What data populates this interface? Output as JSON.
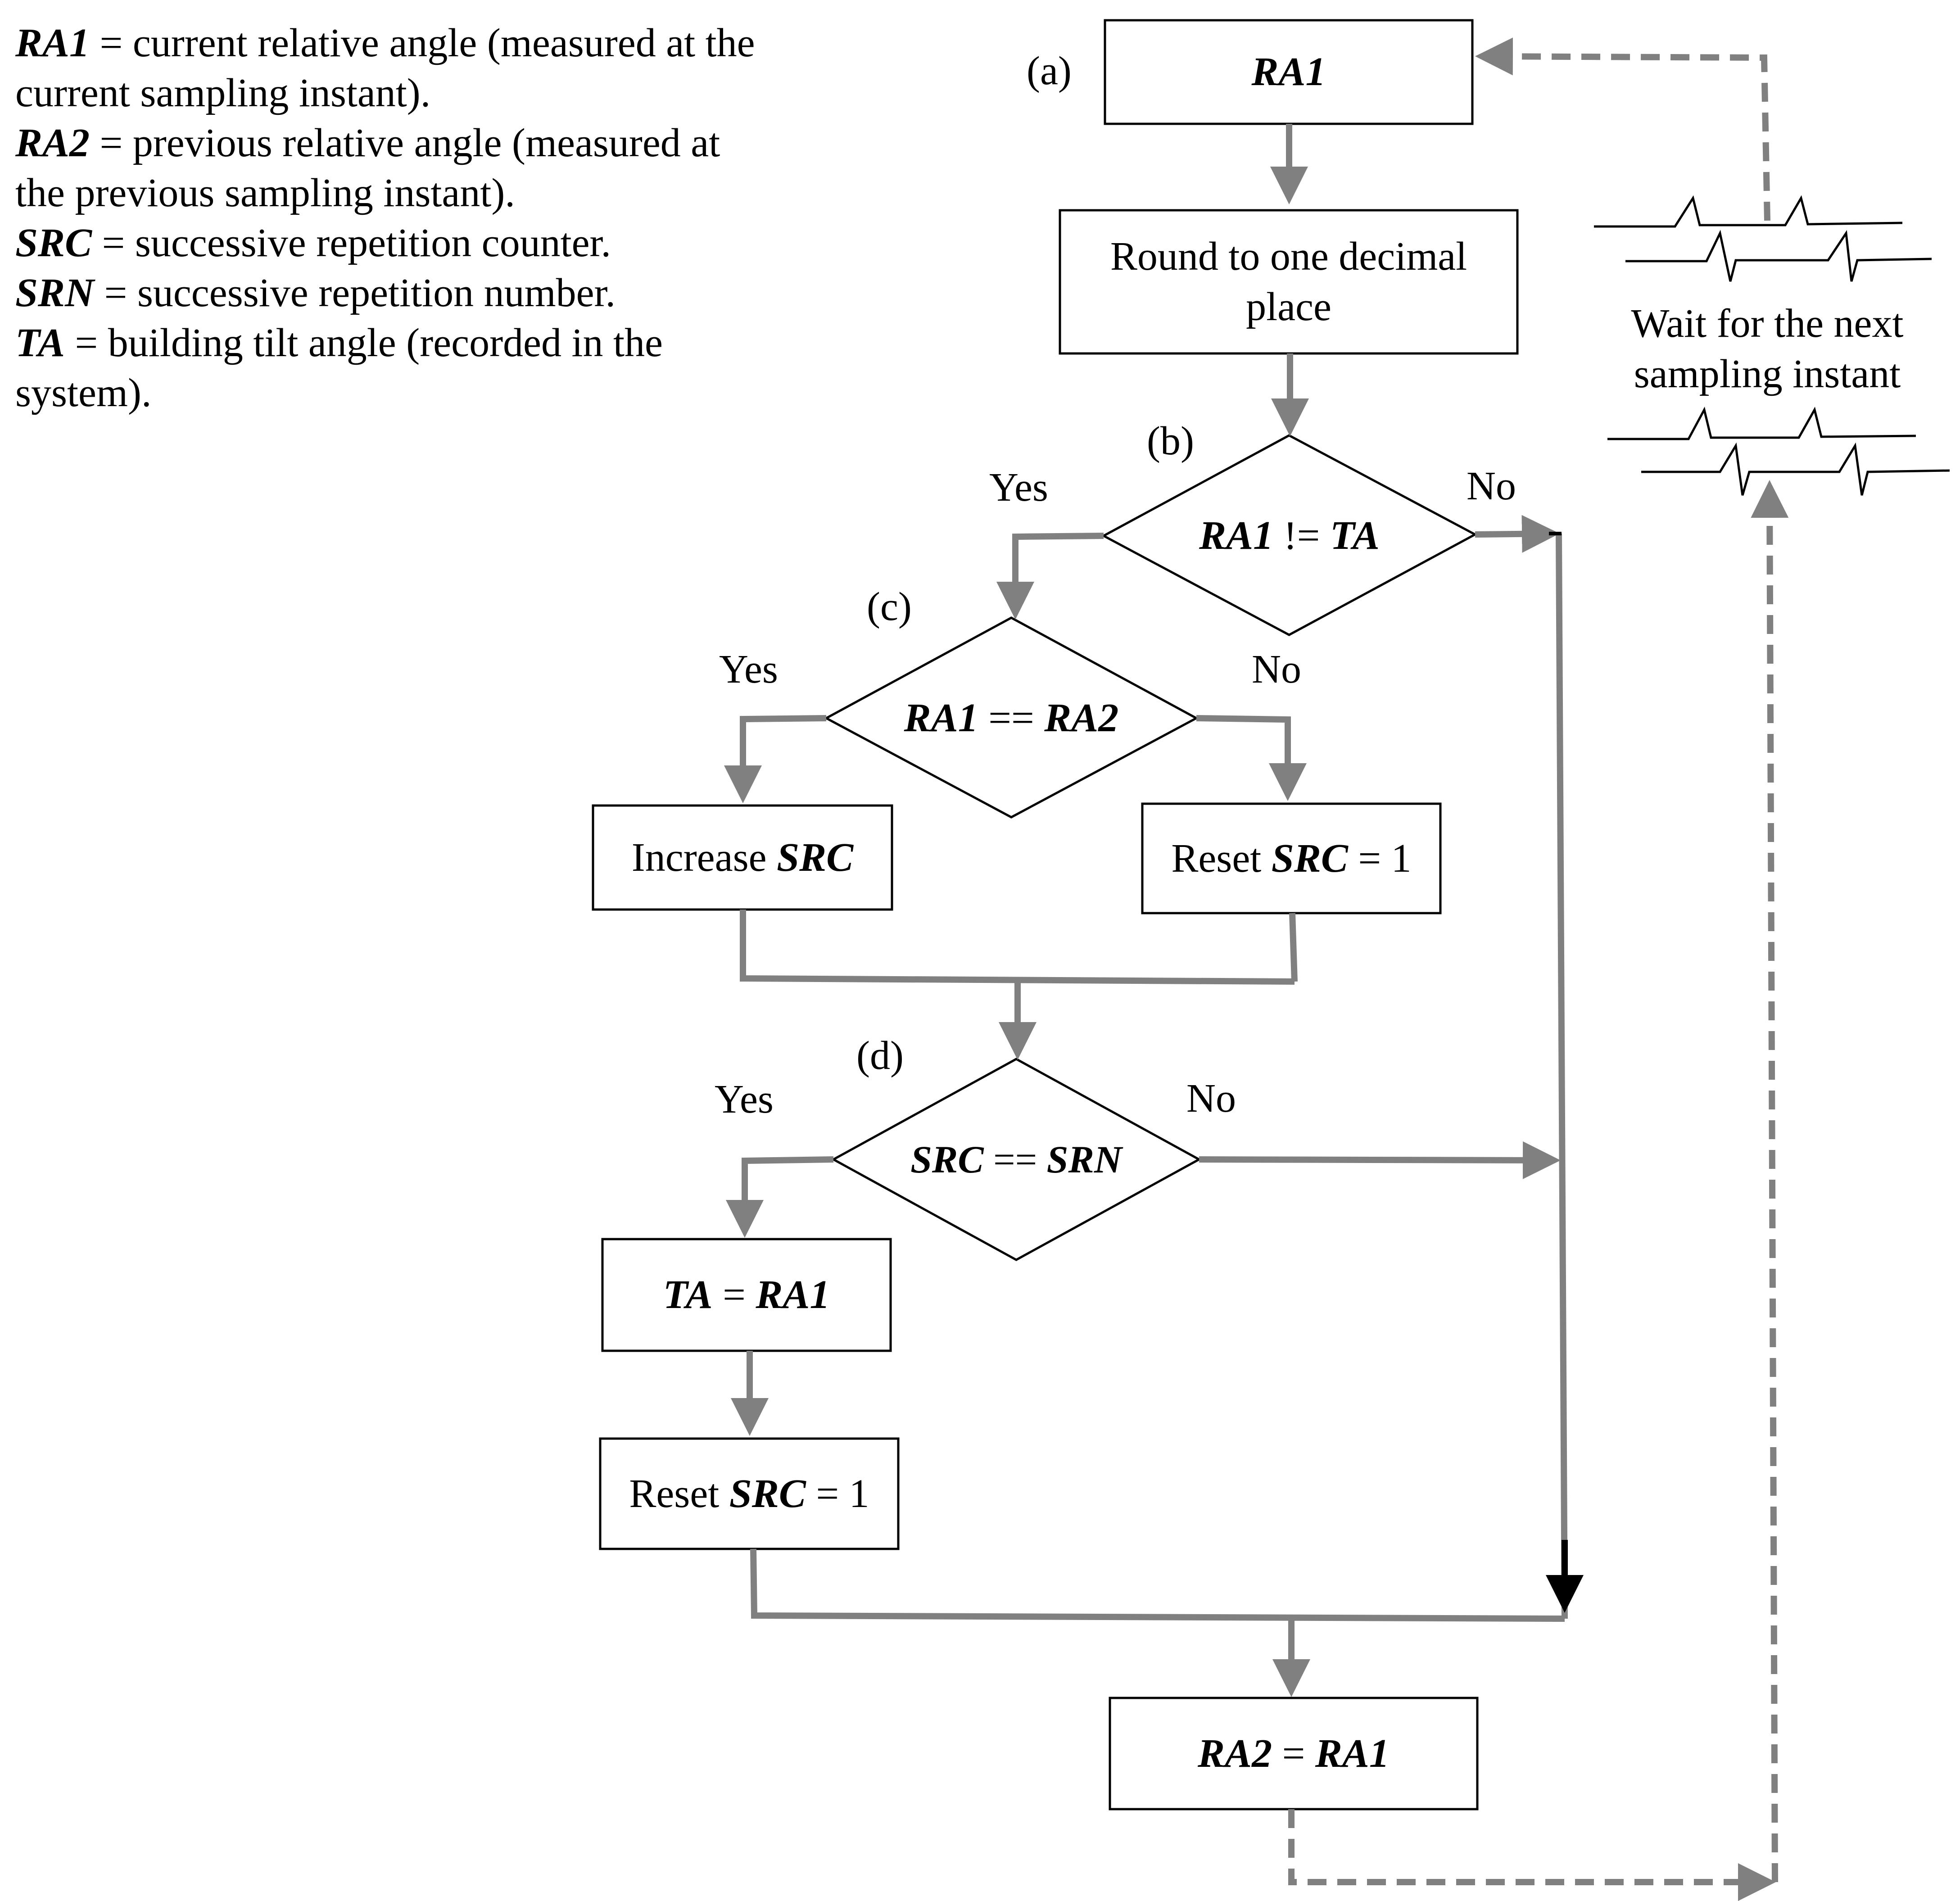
{
  "legend": [
    {
      "abbr": "RA1",
      "text": " = current relative angle (measured at the"
    },
    {
      "abbr": "",
      "text": "current sampling instant)."
    },
    {
      "abbr": "RA2",
      "text": " = previous relative angle  (measured at"
    },
    {
      "abbr": "",
      "text": "the previous sampling instant)."
    },
    {
      "abbr": "SRC",
      "text": " = successive repetition counter."
    },
    {
      "abbr": "SRN",
      "text": " = successive repetition number."
    },
    {
      "abbr": "TA",
      "text": " = building tilt angle (recorded in the"
    },
    {
      "abbr": "",
      "text": "system)."
    }
  ],
  "step_labels": {
    "a": "(a)",
    "b": "(b)",
    "c": "(c)",
    "d": "(d)"
  },
  "nodes": {
    "ra1_box": "RA1",
    "round_box": {
      "line1": "Round to one decimal",
      "line2": "place"
    },
    "decision_b": {
      "left": "RA1",
      "op": " != ",
      "right": "TA"
    },
    "decision_c": {
      "left": "RA1",
      "op": " == ",
      "right": "RA2"
    },
    "increase_src": {
      "prefix": "Increase ",
      "var": "SRC"
    },
    "reset_src_c": {
      "prefix": "Reset ",
      "var": "SRC",
      "suffix": " = 1"
    },
    "decision_d": {
      "left": "SRC",
      "op": " == ",
      "right": "SRN"
    },
    "ta_eq_ra1": {
      "left": "TA",
      "op": " = ",
      "right": "RA1"
    },
    "reset_src_d": {
      "prefix": "Reset ",
      "var": "SRC",
      "suffix": " = 1"
    },
    "ra2_eq_ra1": {
      "left": "RA2",
      "op": " = ",
      "right": "RA1"
    }
  },
  "branch_labels": {
    "b_yes": "Yes",
    "b_no": "No",
    "c_yes": "Yes",
    "c_no": "No",
    "d_yes": "Yes",
    "d_no": "No"
  },
  "wait_text": {
    "line1": "Wait for the next",
    "line2": "sampling instant"
  },
  "colors": {
    "line": "#808080",
    "black": "#000000"
  }
}
